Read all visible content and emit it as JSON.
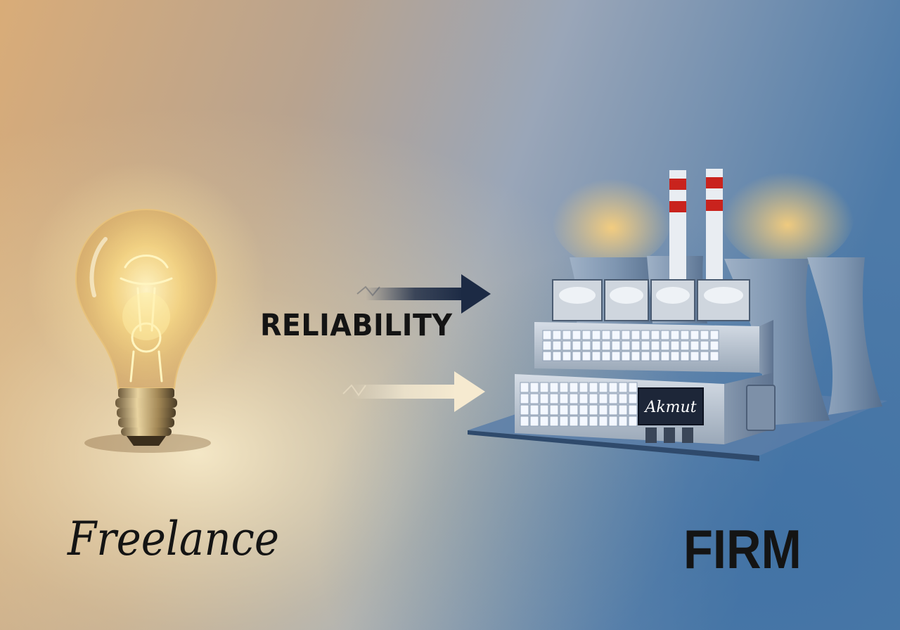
{
  "labels": {
    "connector": "RELIABILITY",
    "left": "Freelance",
    "right": "FIRM"
  },
  "building_sign": "Akmut",
  "colors": {
    "warm_background": "#d8ae7e",
    "cool_background": "#4f7fb0",
    "arrow_dark": "#1c2a44",
    "arrow_light": "#f3e4c6",
    "stripe_red": "#c9231d",
    "bulb_glow": "#ffd66a"
  },
  "icons": {
    "left": "light-bulb-icon",
    "right": "factory-icon",
    "top_arrow": "dark-arrow-right-icon",
    "bottom_arrow": "light-arrow-right-icon"
  }
}
